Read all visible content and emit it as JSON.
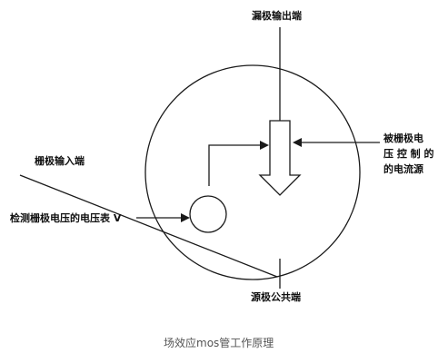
{
  "labels": {
    "drain": "漏极输出端",
    "gate": "栅极输入端",
    "source": "源极公共端",
    "voltmeter": "检测栅极电压的电压表 V",
    "current_source_lines": [
      "被栅极电",
      "压 控 制 的",
      "的电流源"
    ]
  },
  "caption": "场效应mos管工作原理",
  "colors": {
    "stroke": "#1a1a1a",
    "text": "#111111",
    "caption": "#555555",
    "background": "#ffffff"
  }
}
